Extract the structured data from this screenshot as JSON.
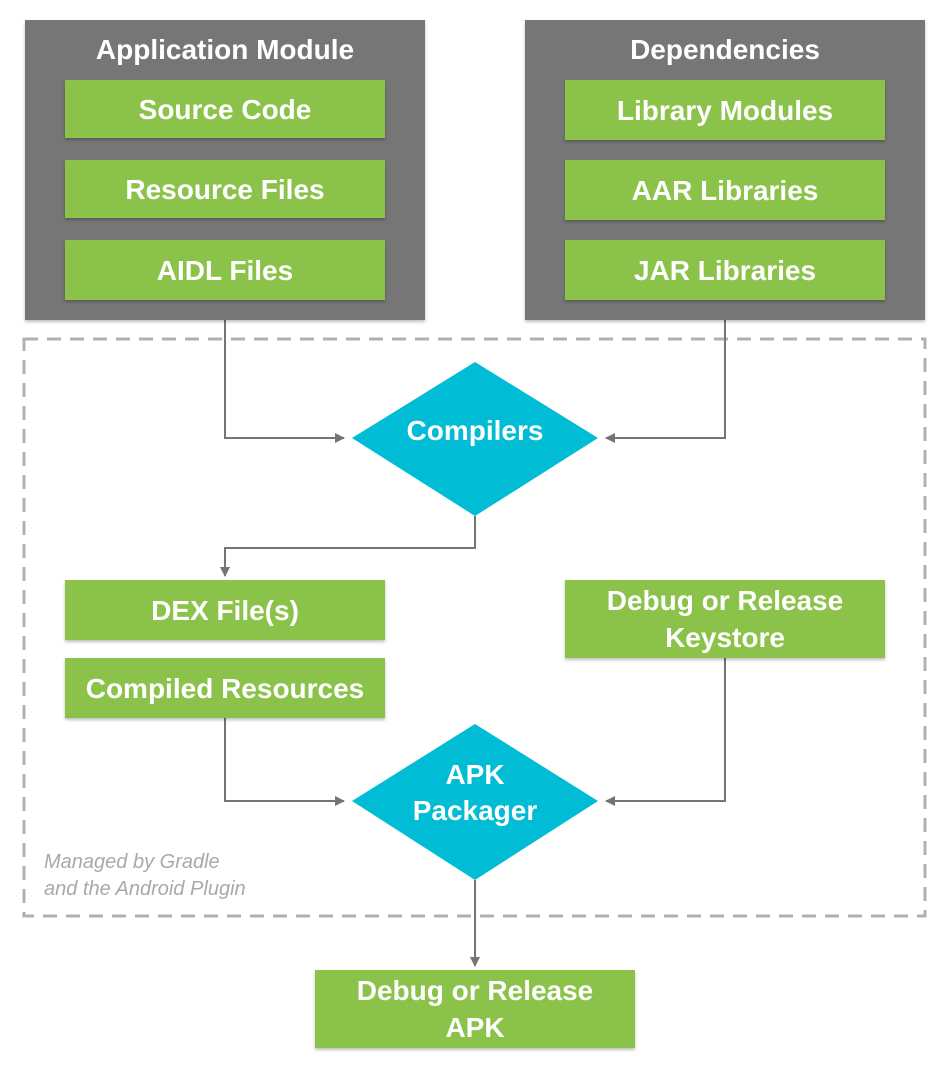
{
  "app_module": {
    "title": "Application Module",
    "items": [
      "Source Code",
      "Resource Files",
      "AIDL Files"
    ]
  },
  "dependencies": {
    "title": "Dependencies",
    "items": [
      "Library Modules",
      "AAR Libraries",
      "JAR Libraries"
    ]
  },
  "compilers": {
    "label": "Compilers"
  },
  "dex_files": {
    "label": "DEX File(s)"
  },
  "compiled_resources": {
    "label": "Compiled Resources"
  },
  "keystore": {
    "line1": "Debug or Release",
    "line2": "Keystore"
  },
  "apk_packager": {
    "line1": "APK",
    "line2": "Packager"
  },
  "output_apk": {
    "line1": "Debug or Release",
    "line2": "APK"
  },
  "managed_note": {
    "line1": "Managed by Gradle",
    "line2": "and the Android Plugin"
  },
  "colors": {
    "panel": "#767676",
    "green": "#8bc34a",
    "diamond": "#00bcd4",
    "connector": "#757575",
    "dashed_border": "#b0b0b0",
    "note_text": "#a9a9a9"
  }
}
